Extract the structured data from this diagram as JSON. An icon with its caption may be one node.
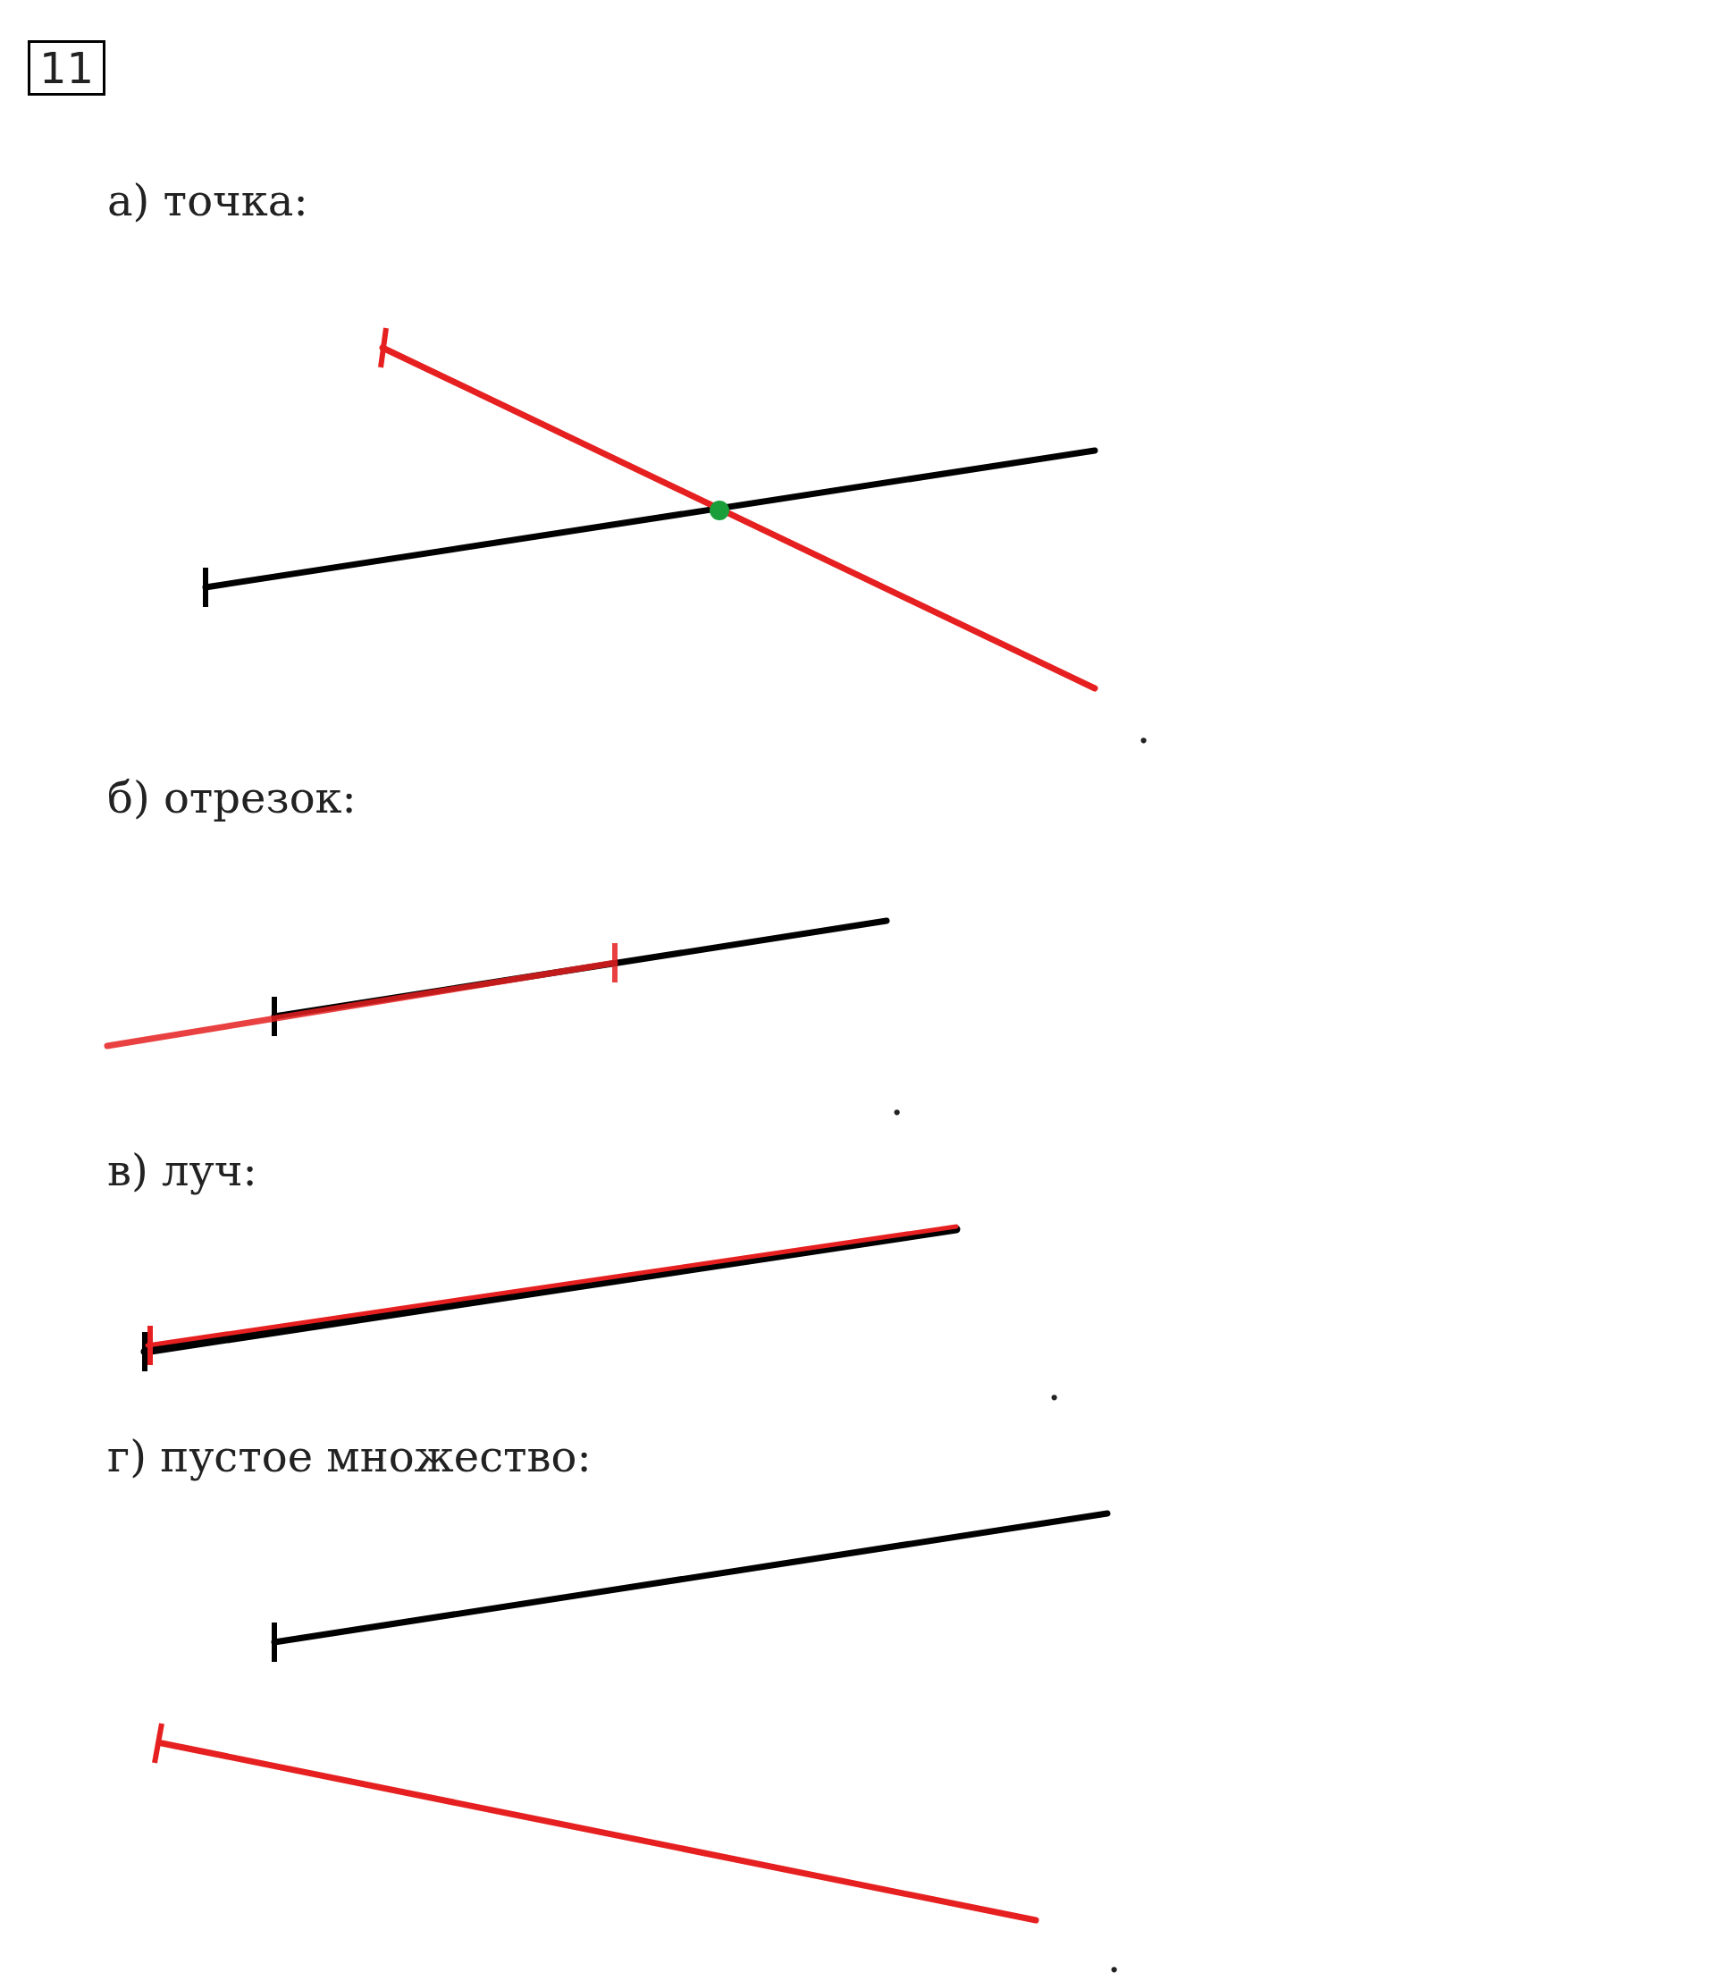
{
  "diagram": {
    "labels": [
      "11",
      "а) точка:",
      ".",
      "б) отрезок:",
      ".",
      "в) луч:",
      ".",
      "г) пустое множество:",
      "."
    ]
  }
}
